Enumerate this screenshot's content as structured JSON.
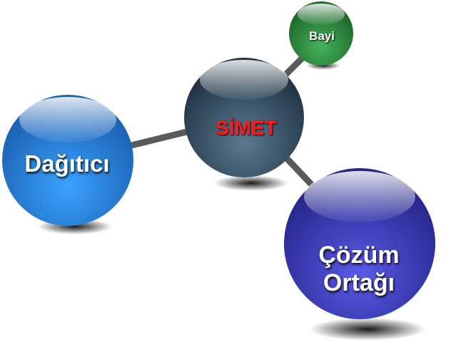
{
  "nodes": {
    "center": {
      "label": "SİMET",
      "color": "#3a5568",
      "text_color": "#ff1a1a"
    },
    "distributor": {
      "label": "Dağıtıcı",
      "color": "#2b86e0",
      "text_color": "#ffffff"
    },
    "dealer": {
      "label": "Bayi",
      "color": "#2e8a3e",
      "text_color": "#ffffff"
    },
    "partner": {
      "label_line1": "Çözüm",
      "label_line2": "Ortağı",
      "color": "#3a3ab8",
      "text_color": "#ffffff"
    }
  },
  "connector_color": "#5a5a5a"
}
